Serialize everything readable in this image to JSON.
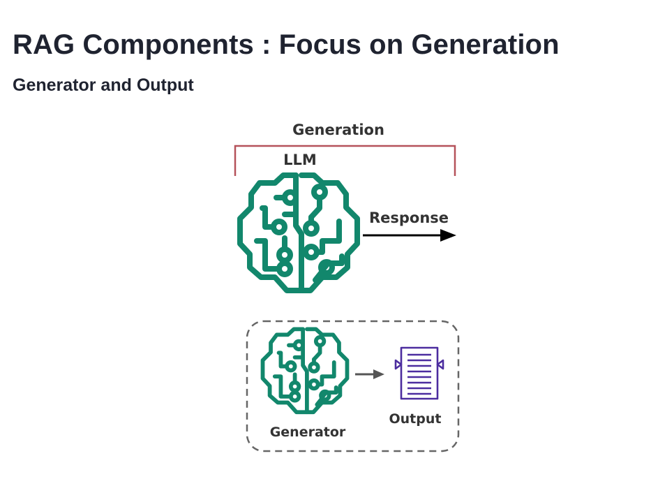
{
  "header": {
    "title": "RAG Components : Focus on Generation",
    "subtitle": "Generator and Output"
  },
  "diagram": {
    "generation_label": "Generation",
    "llm_label": "LLM",
    "response_label": "Response",
    "generator_label": "Generator",
    "output_label": "Output",
    "icons": {
      "llm": "circuit-brain-icon",
      "generator": "circuit-brain-icon",
      "output": "document-icon"
    },
    "colors": {
      "brain": "#12876c",
      "bracket": "#b5525a",
      "arrow": "#000000",
      "small_arrow": "#555555",
      "document": "#4c2d9f",
      "dashed_border": "#666666"
    }
  }
}
